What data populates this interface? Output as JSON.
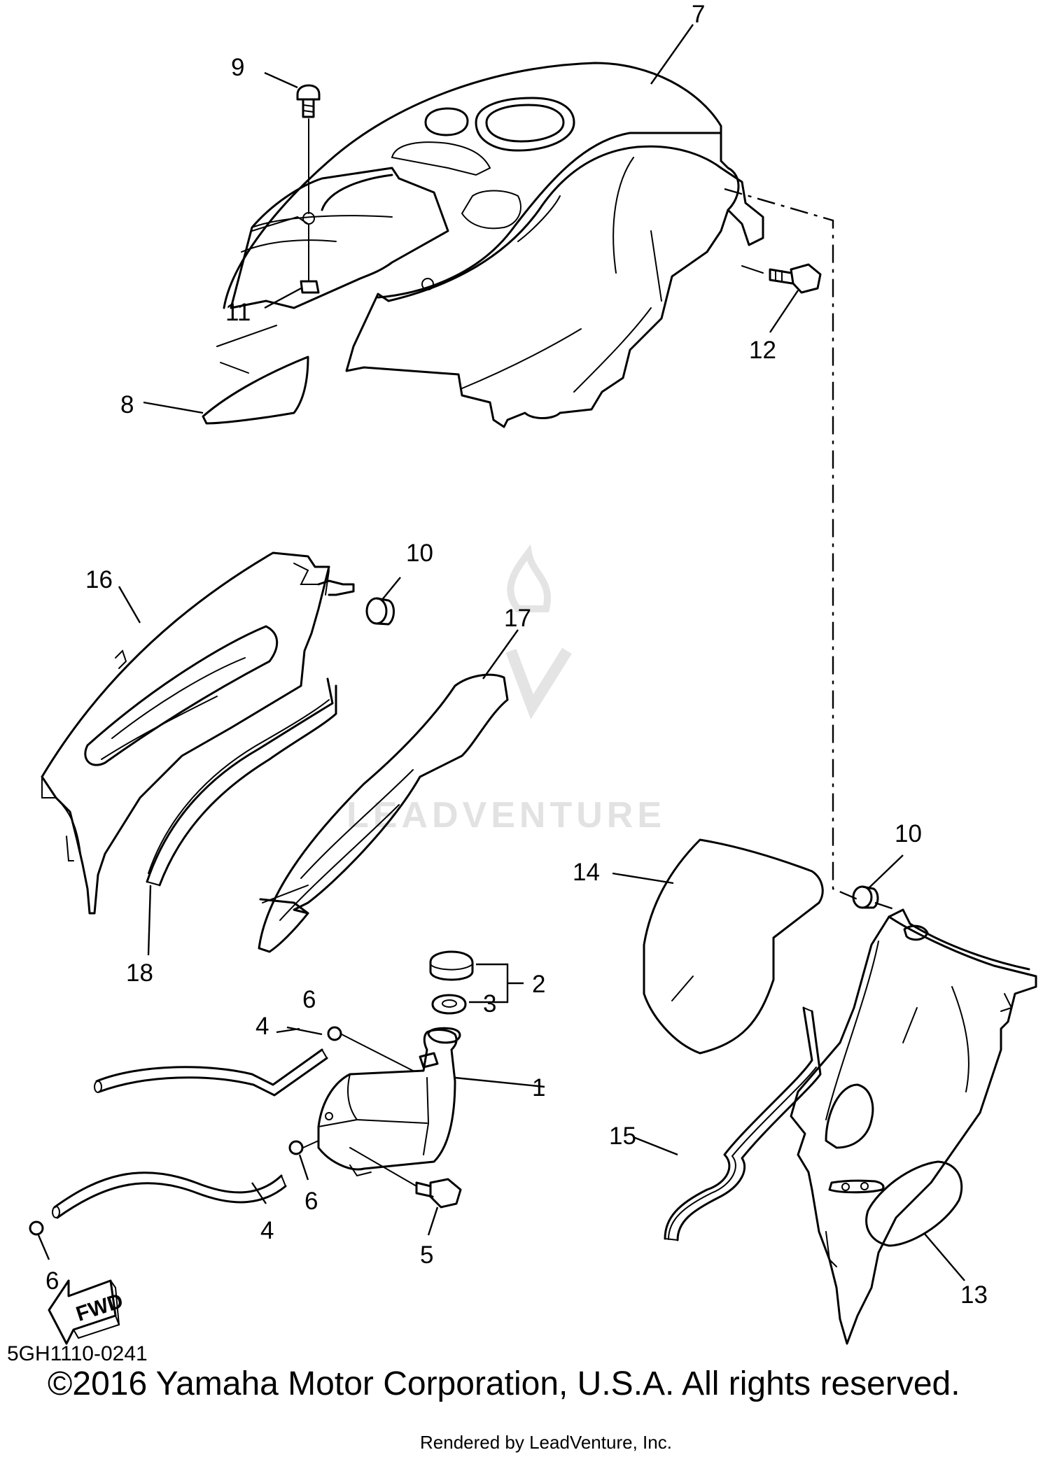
{
  "callouts": {
    "c1": "1",
    "c2": "2",
    "c3": "3",
    "c4a": "4",
    "c4b": "4",
    "c5": "5",
    "c6a": "6",
    "c6b": "6",
    "c6c": "6",
    "c7": "7",
    "c8": "8",
    "c9": "9",
    "c10a": "10",
    "c10b": "10",
    "c11": "11",
    "c12": "12",
    "c13": "13",
    "c14": "14",
    "c15": "15",
    "c16": "16",
    "c17": "17",
    "c18": "18"
  },
  "watermark": "LEADVENTURE",
  "fwd_label": "FWD",
  "diagram_code": "5GH1110-0241",
  "copyright": "©2016 Yamaha Motor Corporation, U.S.A. All rights reserved.",
  "rendered_by": "Rendered by LeadVenture, Inc.",
  "colors": {
    "line": "#000000",
    "background": "#ffffff",
    "watermark": "#e2e2e2"
  }
}
